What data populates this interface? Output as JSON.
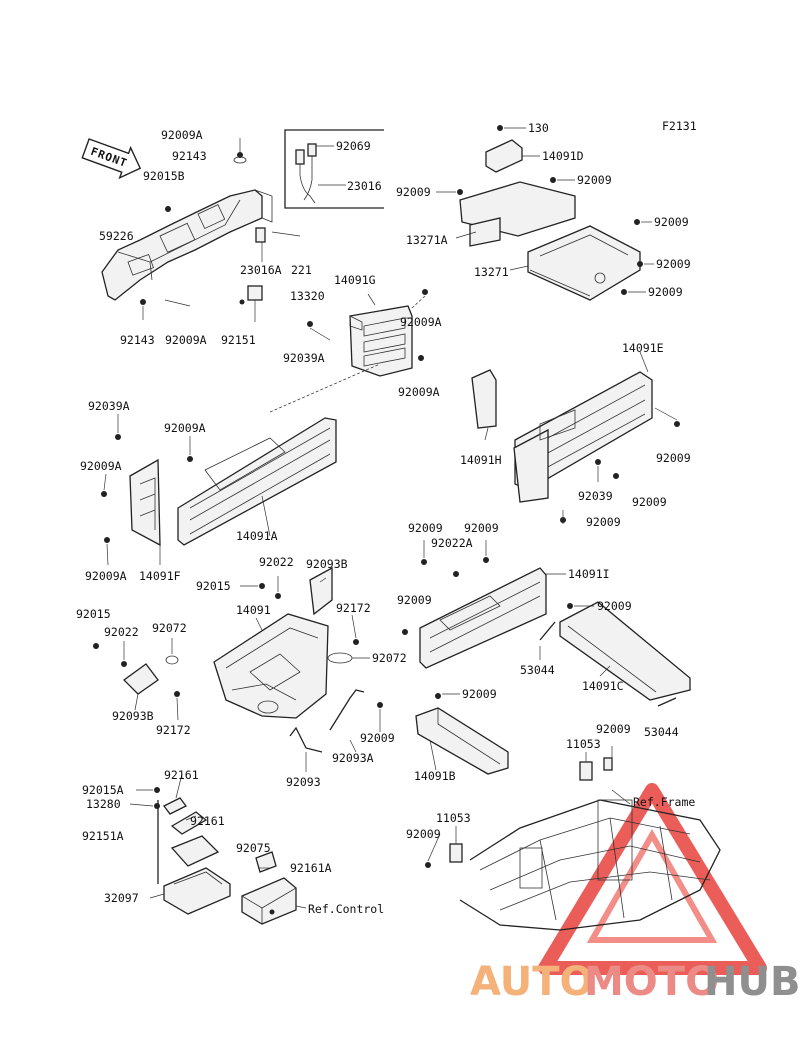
{
  "figure_code": "F2131",
  "front_label": "FRONT",
  "refs": {
    "frame": "Ref.Frame",
    "control": "Ref.Control"
  },
  "watermark": {
    "part_auto": "AUTO",
    "part_moto": "MOTO",
    "part_hub": "HUB",
    "color_auto": "#f4b27a",
    "color_moto": "#ec8a86",
    "color_hub": "#8f8f8f",
    "triangle_color": "#e8413b"
  },
  "callouts": [
    "92009A",
    "92143",
    "92015B",
    "59226",
    "23016A",
    "221",
    "92143",
    "92009A",
    "92151",
    "92069",
    "23016",
    "130",
    "14091D",
    "92009",
    "92009",
    "13271A",
    "92009",
    "13271",
    "92009",
    "92009",
    "14091G",
    "13320",
    "92009A",
    "92039A",
    "92009A",
    "14091E",
    "14091H",
    "92009",
    "92039",
    "92009",
    "92009",
    "92039A",
    "92009A",
    "92009A",
    "14091A",
    "92009A",
    "14091F",
    "92009",
    "92009",
    "92022A",
    "14091I",
    "92009",
    "92009",
    "53044",
    "14091C",
    "92022",
    "92093B",
    "92015",
    "92172",
    "14091",
    "92072",
    "92015",
    "92022",
    "92072",
    "92093B",
    "92172",
    "92009",
    "92093A",
    "92093",
    "92009",
    "14091B",
    "92009",
    "11053",
    "53044",
    "92015A",
    "92161",
    "13280",
    "92161",
    "92151A",
    "32097",
    "92075",
    "92161A",
    "11053",
    "92009"
  ]
}
